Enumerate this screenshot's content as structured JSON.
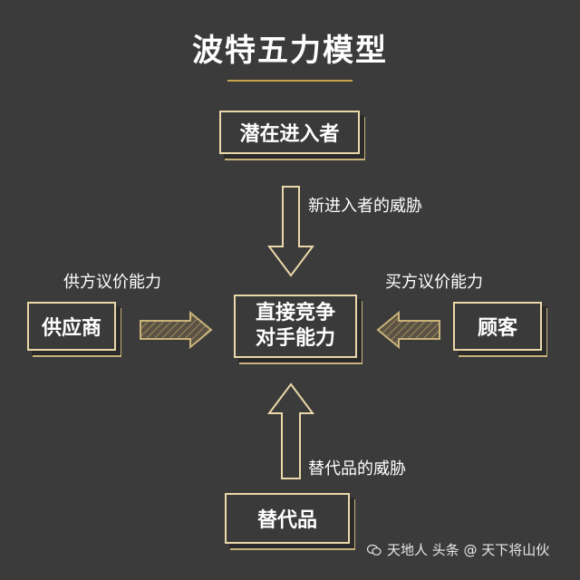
{
  "title": "波特五力模型",
  "nodes": {
    "top": "潜在进入者",
    "center_line1": "直接竞争",
    "center_line2": "对手能力",
    "left": "供应商",
    "right": "顾客",
    "bottom": "替代品"
  },
  "edge_labels": {
    "top": "新进入者的威胁",
    "left": "供方议价能力",
    "right": "买方议价能力",
    "bottom": "替代品的威胁"
  },
  "watermark": {
    "text": "天地人 头条 @ 天下将山伙"
  },
  "colors": {
    "background": "#3b3b3b",
    "accent": "#c8a34a",
    "box_border": "#ead8a8",
    "text": "#ffffff"
  }
}
